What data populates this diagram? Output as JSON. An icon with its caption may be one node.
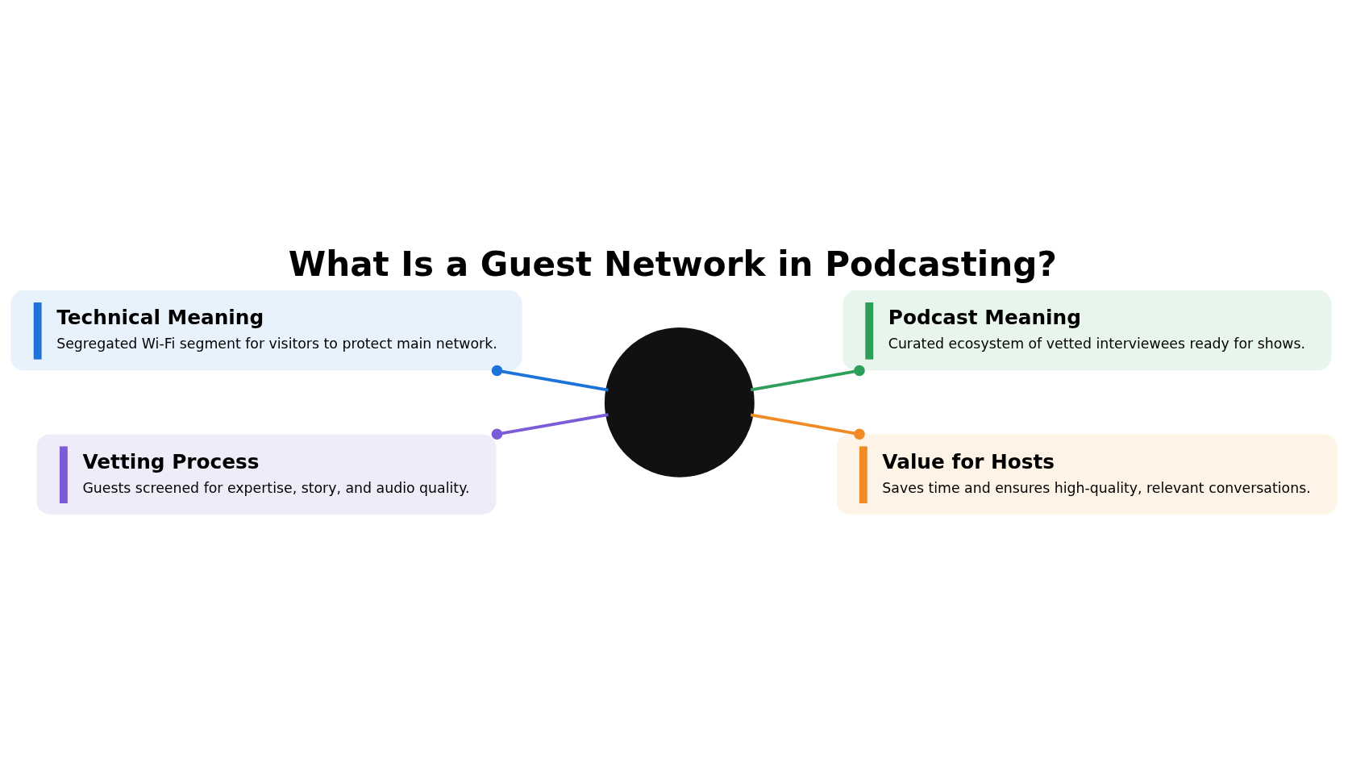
{
  "diagram": {
    "title": "What Is a Guest Network in Podcasting?",
    "nodes": [
      {
        "text": [],
        "shape": "circle"
      },
      {
        "text": [
          "Technical Meaning",
          "Segregated Wi-Fi segment for visitors to protect main network."
        ]
      },
      {
        "text": [
          "Podcast Meaning",
          "Curated ecosystem of vetted interviewees ready for shows."
        ]
      },
      {
        "text": [
          "Vetting Process",
          "Guests screened for expertise, story, and audio quality."
        ]
      },
      {
        "text": [
          "Value for Hosts",
          "Saves time and ensures high-quality, relevant conversations."
        ]
      }
    ],
    "edges": [
      {
        "from": 0,
        "to": 1,
        "arrow": "other",
        "color": "#1e73d8"
      },
      {
        "from": 0,
        "to": 2,
        "arrow": "other",
        "color": "#2e9e5b"
      },
      {
        "from": 0,
        "to": 3,
        "arrow": "other",
        "color": "#7b5cd6"
      },
      {
        "from": 0,
        "to": 4,
        "arrow": "other",
        "color": "#f08a24"
      }
    ]
  }
}
